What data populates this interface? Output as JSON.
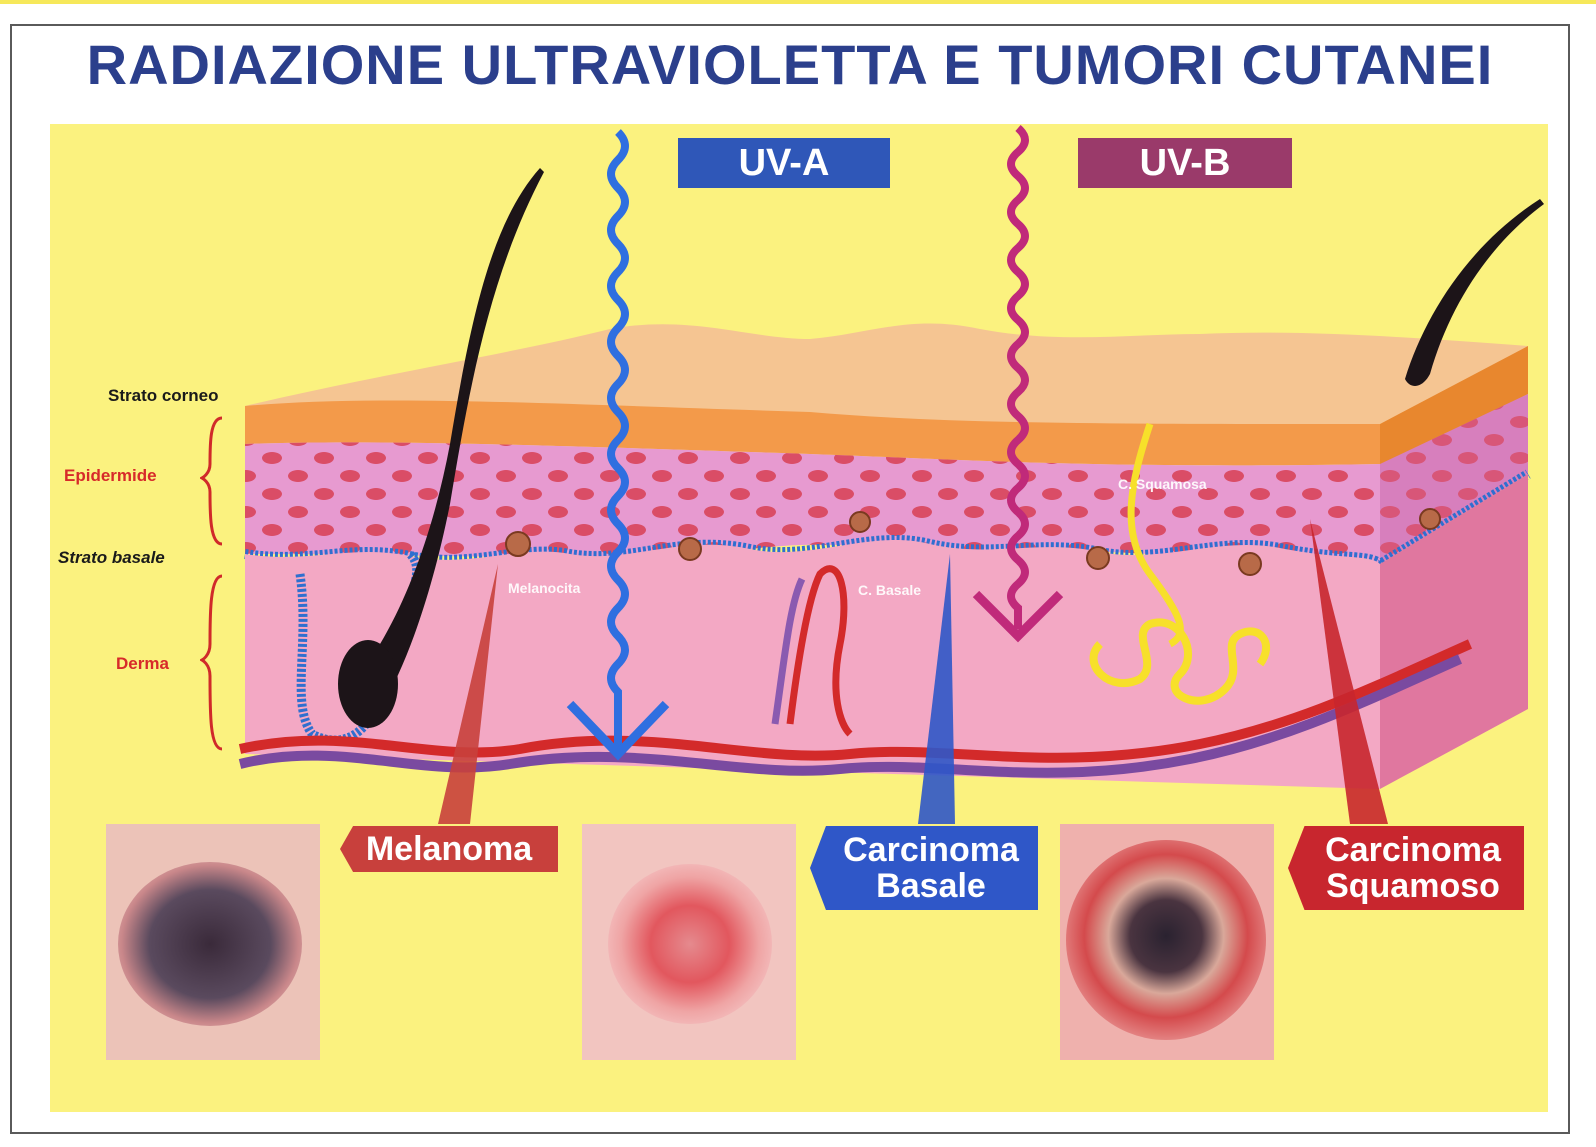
{
  "title": "RADIAZIONE ULTRAVIOLETTA E TUMORI CUTANEI",
  "uv": {
    "a": "UV-A",
    "b": "UV-B"
  },
  "layers": {
    "strato_corneo": "Strato corneo",
    "epidermide": "Epidermide",
    "strato_basale": "Strato basale",
    "derma": "Derma"
  },
  "cells": {
    "melanocita": "Melanocita",
    "c_basale": "C. Basale",
    "c_squamosa": "C. Squamosa"
  },
  "tumors": {
    "melanoma": "Melanoma",
    "carcinoma_basale": "Carcinoma Basale",
    "carcinoma_squamoso": "Carcinoma Squamoso"
  },
  "colors": {
    "title": "#2b3f8c",
    "background": "#fbf27f",
    "uv_a": "#2f57b8",
    "uv_b": "#9a3a6a",
    "melanoma_tag": "#c8403c",
    "basale_tag": "#2f57c8",
    "squamoso_tag": "#c8262e"
  }
}
